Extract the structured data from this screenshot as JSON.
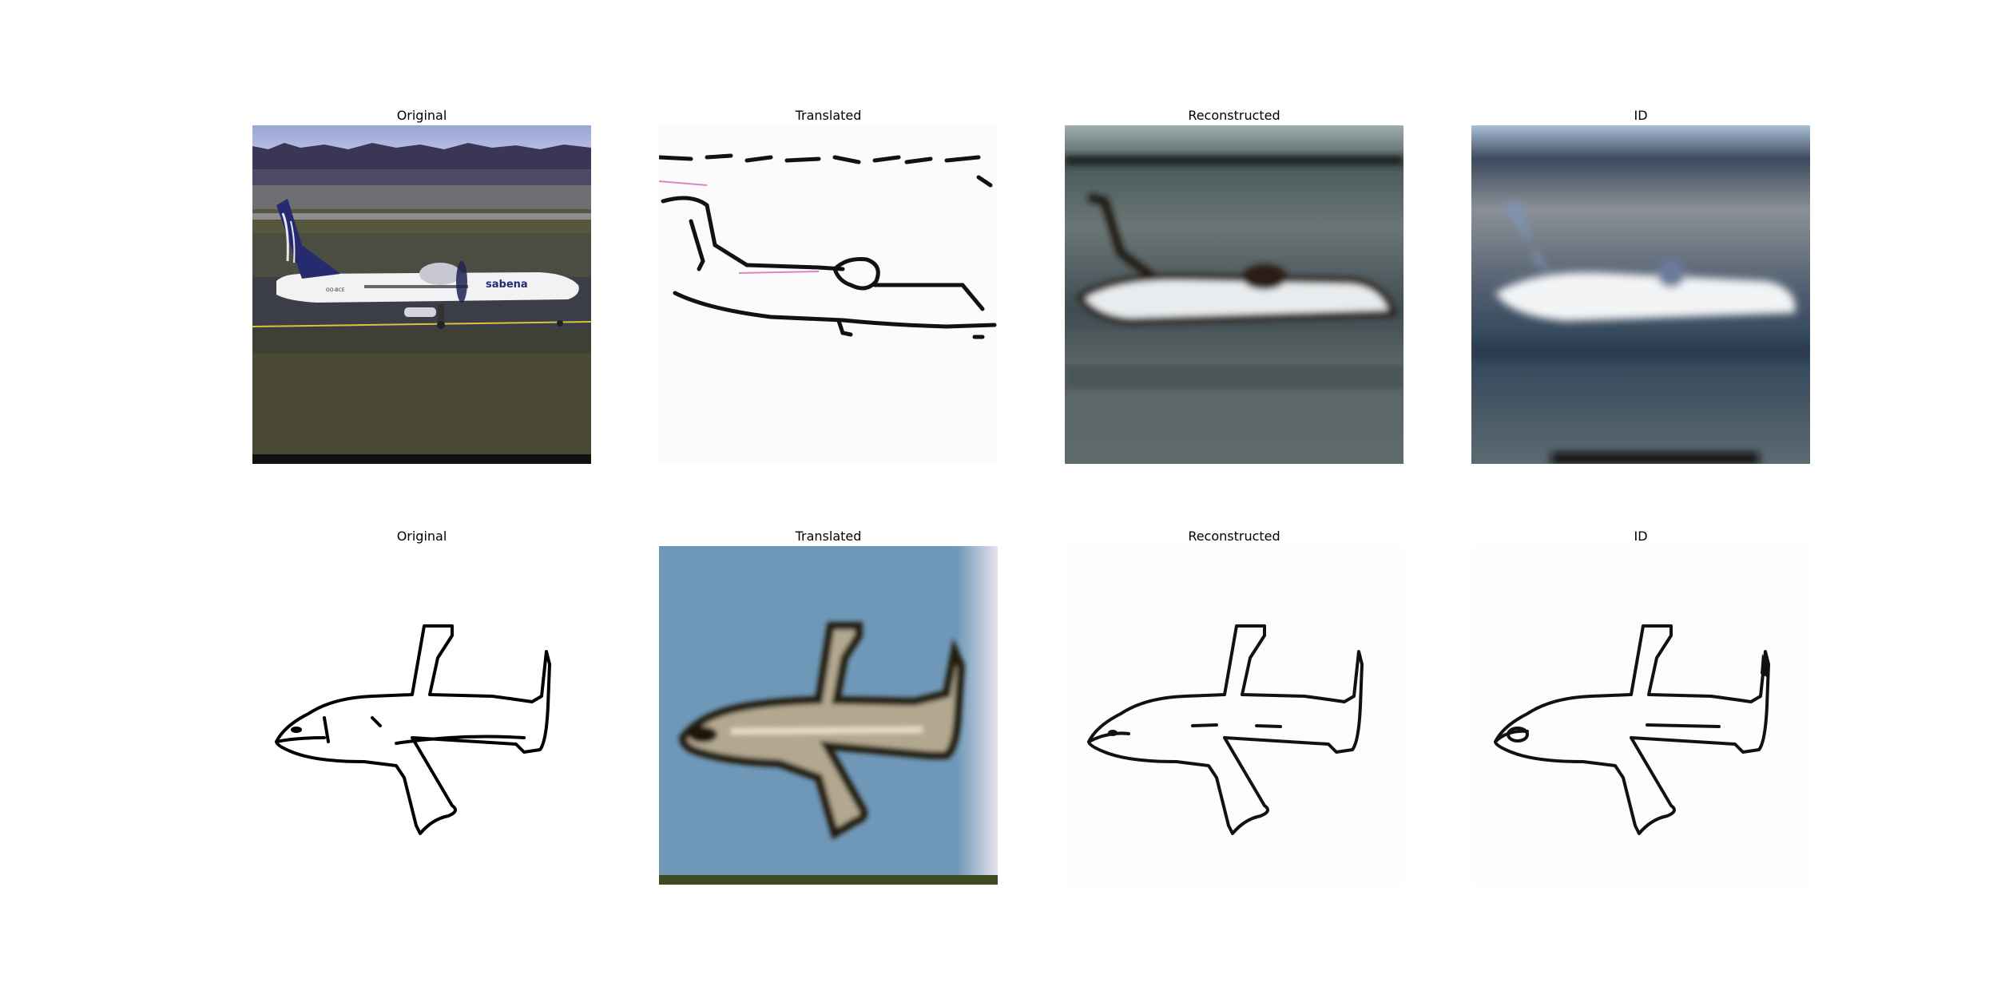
{
  "figure": {
    "rows": [
      {
        "panels": [
          {
            "title": "Original",
            "image": "photo of Sabena turboprop airplane on runway"
          },
          {
            "title": "Translated",
            "image": "line sketch of airplane on white background"
          },
          {
            "title": "Reconstructed",
            "image": "blurry photo-like airplane on runway"
          },
          {
            "title": "ID",
            "image": "blurry photo of airplane on runway"
          }
        ]
      },
      {
        "panels": [
          {
            "title": "Original",
            "image": "hand-drawn airplane outline sketch"
          },
          {
            "title": "Translated",
            "image": "blurry airplane on blue background"
          },
          {
            "title": "Reconstructed",
            "image": "reconstructed airplane outline sketch"
          },
          {
            "title": "ID",
            "image": "airplane outline sketch"
          }
        ]
      }
    ],
    "photo_texts": {
      "airline": "sabena",
      "registration": "OO-BCE"
    }
  }
}
